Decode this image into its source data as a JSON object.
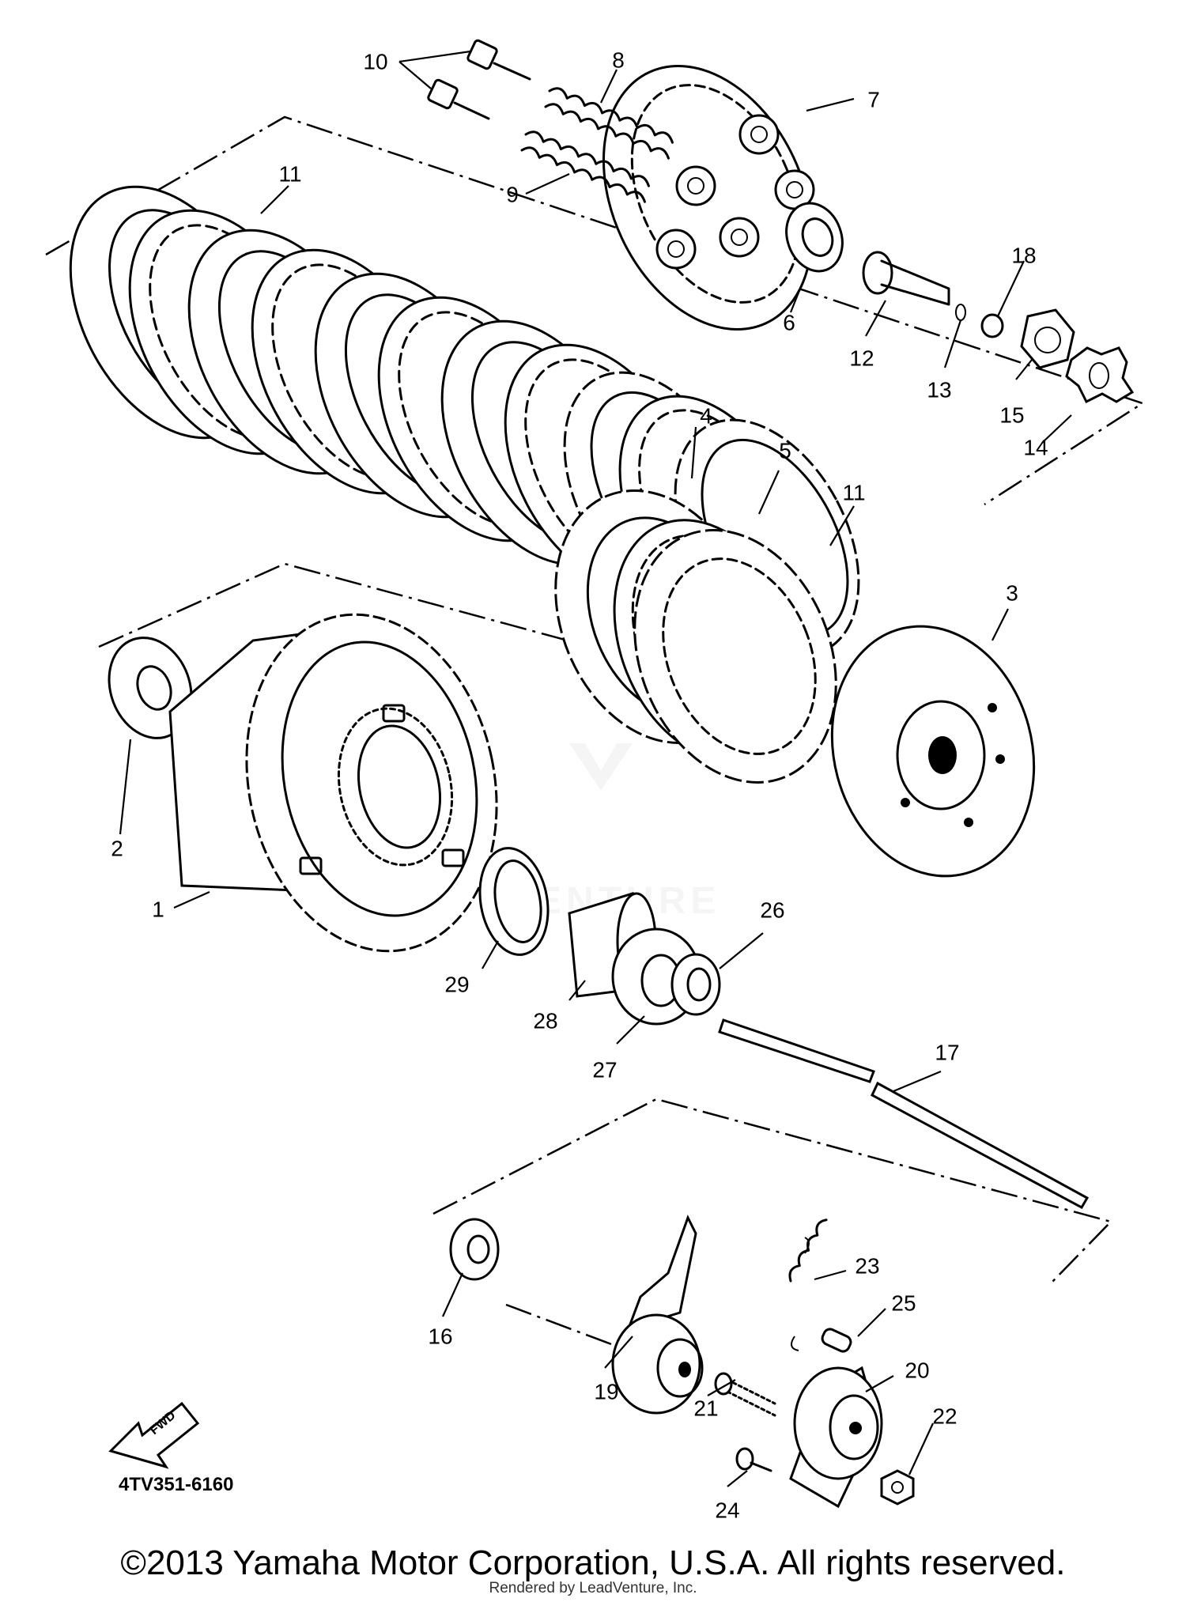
{
  "diagram_code": "4TV351-6160",
  "fwd_label": "FWD",
  "watermark": "VENTURE",
  "footer": {
    "copyright": "©2013 Yamaha Motor Corporation, U.S.A. All rights reserved.",
    "rendered_by": "Rendered by LeadVenture, Inc."
  },
  "callouts": {
    "c1": "1",
    "c2": "2",
    "c3": "3",
    "c4": "4",
    "c5": "5",
    "c6": "6",
    "c7": "7",
    "c8": "8",
    "c9": "9",
    "c10": "10",
    "c11a": "11",
    "c11b": "11",
    "c12": "12",
    "c13": "13",
    "c14": "14",
    "c15": "15",
    "c16": "16",
    "c17": "17",
    "c18": "18",
    "c19": "19",
    "c20": "20",
    "c21": "21",
    "c22": "22",
    "c23": "23",
    "c24": "24",
    "c25": "25",
    "c26": "26",
    "c27": "27",
    "c28": "28",
    "c29": "29"
  }
}
